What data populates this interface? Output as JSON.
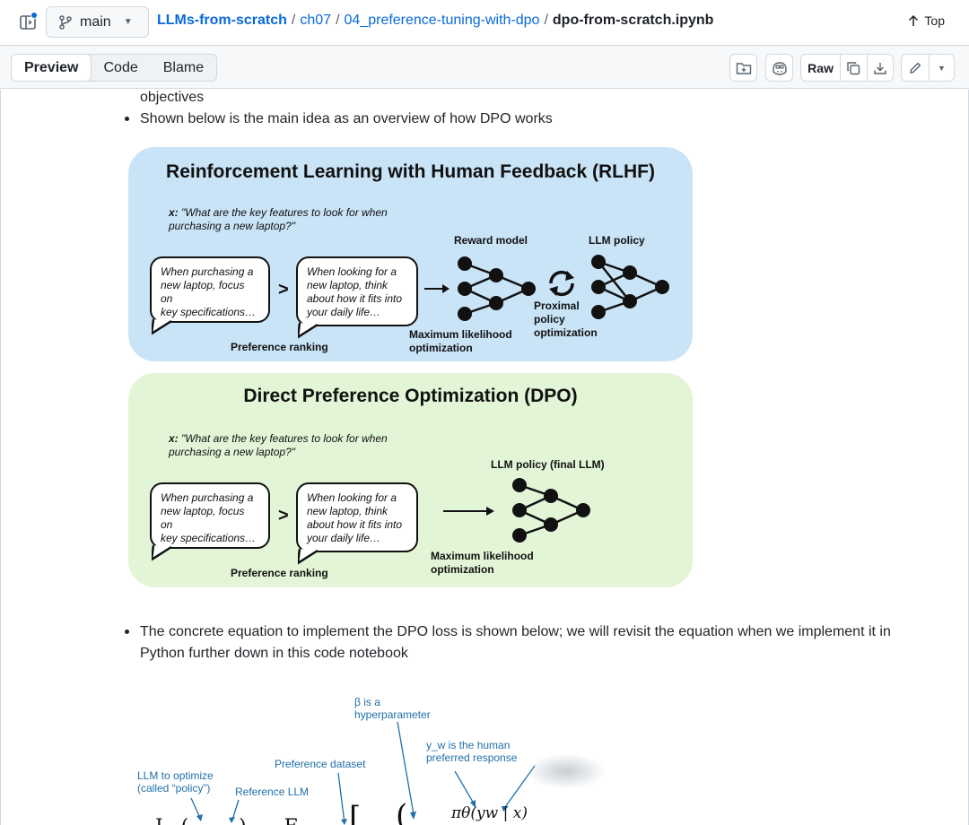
{
  "header": {
    "branch": "main",
    "breadcrumb": {
      "repo": "LLMs-from-scratch",
      "folder1": "ch07",
      "folder2": "04_preference-tuning-with-dpo",
      "file": "dpo-from-scratch.ipynb"
    },
    "top_label": "Top"
  },
  "toolbar": {
    "tabs": [
      "Preview",
      "Code",
      "Blame"
    ],
    "raw_label": "Raw"
  },
  "content": {
    "line_partial": "objectives",
    "bullet1": "Shown below is the main idea as an overview of how DPO works",
    "bullet2_line1": "The concrete equation to implement the DPO loss is shown below; we will revisit the equation when we implement it in",
    "bullet2_line2": "Python further down in this code notebook"
  },
  "figure": {
    "rlhf": {
      "title": "Reinforcement Learning with Human Feedback (RLHF)",
      "prompt_label": "x:",
      "prompt_line1": "\"What are the key features to look for when",
      "prompt_line2": "purchasing a new laptop?\"",
      "bubble_a": [
        "When purchasing a",
        "new laptop, focus on",
        "key specifications…"
      ],
      "bubble_b": [
        "When looking for a",
        "new laptop, think",
        "about how it fits into",
        "your daily life…"
      ],
      "gt": ">",
      "preference_ranking": "Preference ranking",
      "reward_model": "Reward model",
      "llm_policy": "LLM policy",
      "mle": [
        "Maximum likelihood",
        "optimization"
      ],
      "ppo": [
        "Proximal",
        "policy",
        "optimization"
      ]
    },
    "dpo": {
      "title": "Direct Preference Optimization (DPO)",
      "prompt_label": "x:",
      "prompt_line1": "\"What are the key features to look for when",
      "prompt_line2": "purchasing a new laptop?\"",
      "bubble_a": [
        "When purchasing a",
        "new laptop, focus on",
        "key specifications…"
      ],
      "bubble_b": [
        "When looking for a",
        "new laptop, think",
        "about how it fits into",
        "your daily life…"
      ],
      "gt": ">",
      "preference_ranking": "Preference ranking",
      "llm_policy_final": "LLM policy (final LLM)",
      "mle": [
        "Maximum likelihood",
        "optimization"
      ]
    },
    "colors": {
      "rlhf_bg": "#c9e3f7",
      "dpo_bg": "#e2f5d6",
      "annotation": "#1f6fa8"
    }
  },
  "equation": {
    "beta_note": [
      "β is a",
      "hyperparameter"
    ],
    "yw_note": [
      "y_w is the human",
      "preferred response"
    ],
    "dataset_note": "Preference dataset",
    "llm_note": [
      "LLM to optimize",
      "(called “policy”)"
    ],
    "ref_note": "Reference LLM",
    "fragment": "πθ(yw | x)"
  }
}
